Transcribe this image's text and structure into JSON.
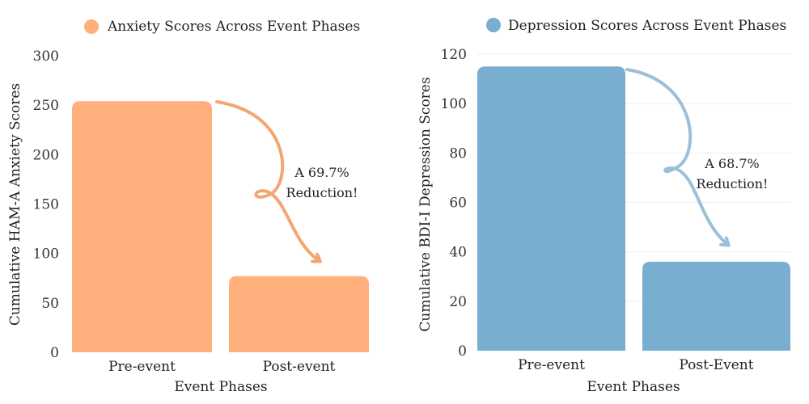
{
  "chart_data": [
    {
      "type": "bar",
      "categories": [
        "Pre-event",
        "Post-event"
      ],
      "values": [
        254,
        77
      ],
      "title": "",
      "xlabel": "Event Phases",
      "ylabel": "Cumulative HAM-A Anxiety Scores",
      "ylim": [
        0,
        300
      ],
      "yticks": [
        0,
        50,
        100,
        150,
        200,
        250,
        300
      ],
      "legend": "Anxiety Scores Across Event Phases",
      "legend_position": "top-center",
      "color": "#ffb07c",
      "arrow_color": "#f4a574",
      "annotation": [
        "A 69.7%",
        "Reduction!"
      ],
      "grid": false
    },
    {
      "type": "bar",
      "categories": [
        "Pre-event",
        "Post-Event"
      ],
      "values": [
        115,
        36
      ],
      "title": "",
      "xlabel": "Event Phases",
      "ylabel": "Cumulative BDI-I Depression Scores",
      "ylim": [
        0,
        120
      ],
      "yticks": [
        0,
        20,
        40,
        60,
        80,
        100,
        120
      ],
      "legend": "Depression Scores Across Event Phases",
      "legend_position": "top-center",
      "color": "#79aed0",
      "arrow_color": "#9cc0d8",
      "annotation": [
        "A 68.7%",
        "Reduction!"
      ],
      "grid": true
    }
  ]
}
